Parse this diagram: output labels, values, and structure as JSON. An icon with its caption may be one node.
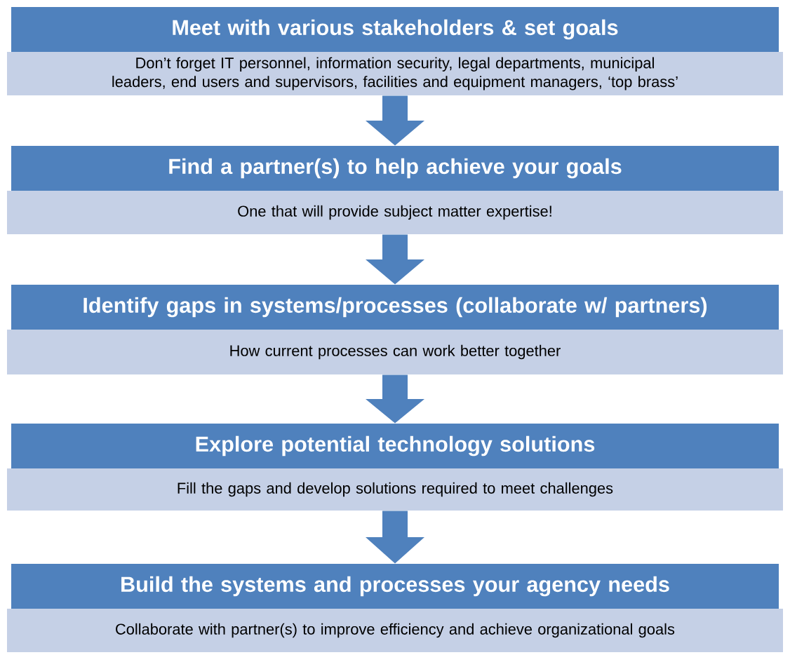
{
  "diagram": {
    "nodes": [
      {
        "text": [
          "Meet with various stakeholders & set goals",
          "Don’t forget IT personnel, information security, legal departments, municipal leaders, end users and supervisors, facilities and equipment managers, ‘top brass’"
        ]
      },
      {
        "text": [
          "Find a partner(s) to help achieve your goals",
          "One that will provide subject matter expertise!"
        ]
      },
      {
        "text": [
          "Identify gaps in systems/processes (collaborate w/ partners)",
          "How current processes can work better together"
        ]
      },
      {
        "text": [
          "Explore potential technology solutions",
          "Fill the gaps and develop solutions required to meet challenges"
        ]
      },
      {
        "text": [
          "Build the systems and processes your agency needs",
          "Collaborate with partner(s) to improve efficiency and achieve organizational goals"
        ]
      }
    ],
    "edges": [
      {
        "from": 0,
        "to": 1,
        "arrow": "to"
      },
      {
        "from": 1,
        "to": 2,
        "arrow": "to"
      },
      {
        "from": 2,
        "to": 3,
        "arrow": "to"
      },
      {
        "from": 3,
        "to": 4,
        "arrow": "to"
      }
    ]
  }
}
